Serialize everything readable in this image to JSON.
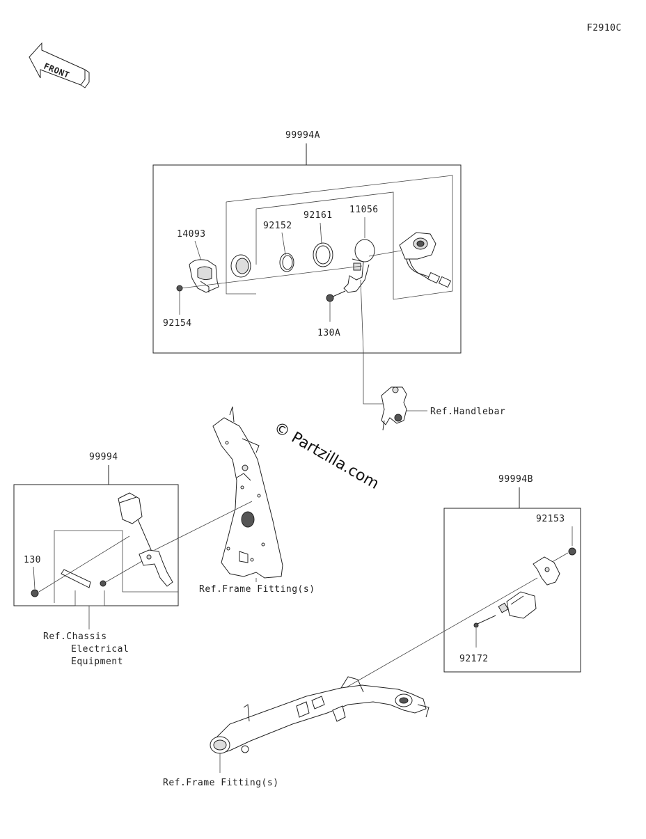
{
  "figure_code": "F2910C",
  "front_label": "FRONT",
  "watermark": "© Partzilla.com",
  "kits": {
    "kit_a": "99994A",
    "kit_main": "99994",
    "kit_b": "99994B"
  },
  "parts": {
    "p14093": "14093",
    "p92152": "92152",
    "p92161": "92161",
    "p11056": "11056",
    "p92154": "92154",
    "p130A": "130A",
    "p130": "130",
    "p92153": "92153",
    "p92172": "92172"
  },
  "refs": {
    "handlebar": "Ref.Handlebar",
    "frame_fitting_upper": "Ref.Frame Fitting(s)",
    "frame_fitting_lower": "Ref.Frame Fitting(s)",
    "chassis_line1": "Ref.Chassis",
    "chassis_line2": "Electrical",
    "chassis_line3": "Equipment"
  }
}
